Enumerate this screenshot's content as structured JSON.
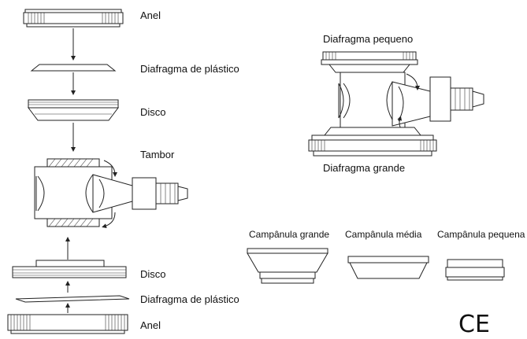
{
  "labels": {
    "anel_top": "Anel",
    "diafragma_plastico_top": "Diafragma de plástico",
    "disco_top": "Disco",
    "tambor": "Tambor",
    "disco_bottom": "Disco",
    "diafragma_plastico_bottom": "Diafragma de plástico",
    "anel_bottom": "Anel",
    "diafragma_pequeno": "Diafragma pequeno",
    "diafragma_grande": "Diafragma grande",
    "campanula_grande": "Campânula grande",
    "campanula_media": "Campânula média",
    "campanula_pequena": "Campânula pequena"
  },
  "marks": {
    "ce": "CE"
  }
}
